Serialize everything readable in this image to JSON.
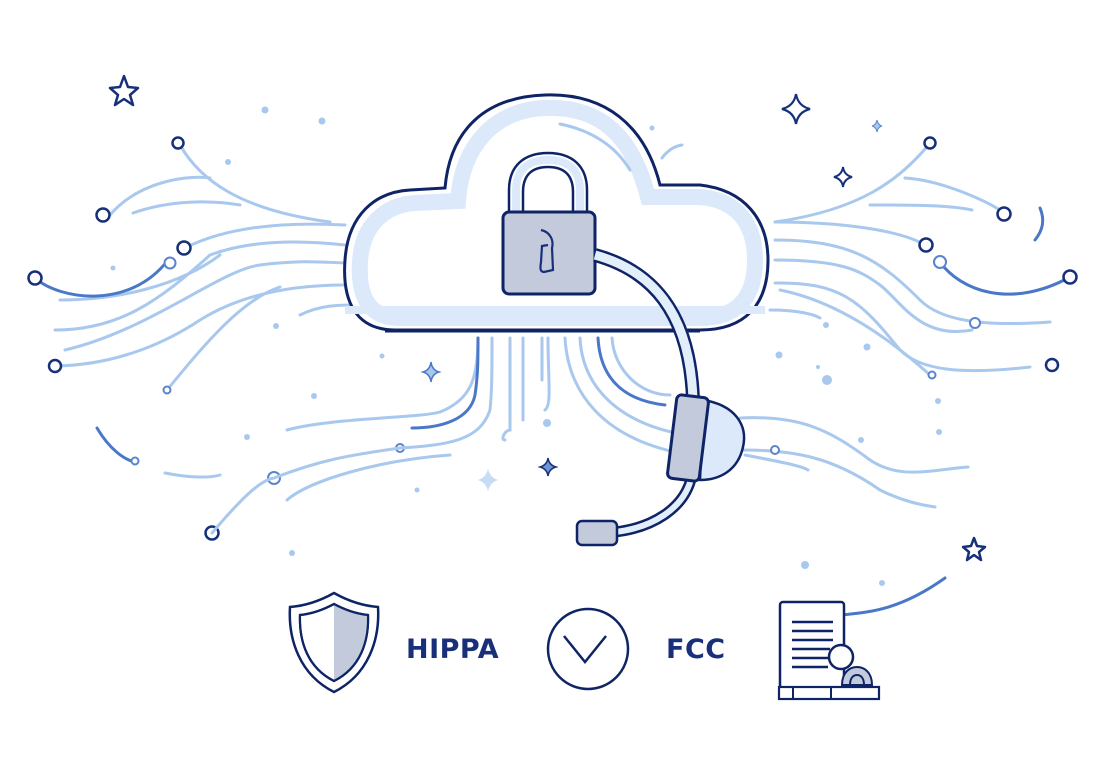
{
  "illustration": {
    "subject": "cloud-security-with-headset",
    "colors": {
      "outline": "#0f2466",
      "line_light": "#a9c8ee",
      "line_mid": "#4a78c8",
      "fill_light": "#dbe9fa",
      "fill_gray": "#c3cadb",
      "background": "#ffffff"
    }
  },
  "badges": [
    {
      "icon": "shield-icon",
      "label": "HIPPA"
    },
    {
      "icon": "checkmark-circle-icon",
      "label": "FCC"
    },
    {
      "icon": "document-certificate-icon",
      "label": ""
    }
  ]
}
